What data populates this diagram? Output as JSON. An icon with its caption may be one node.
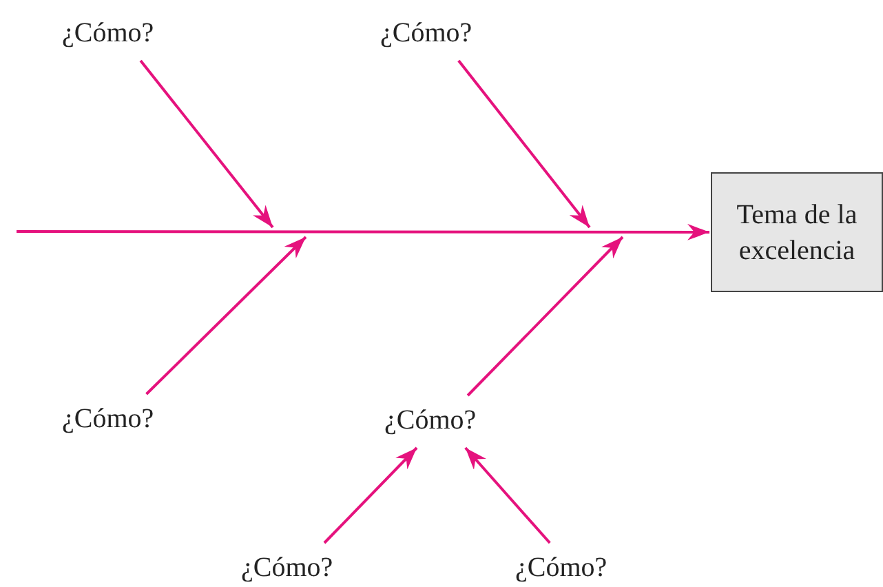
{
  "diagram": {
    "nodes": [
      {
        "text": [
          "¿Cómo?"
        ]
      },
      {
        "text": [
          "¿Cómo?"
        ]
      },
      {
        "text": [
          "Tema de la excelencia"
        ]
      },
      {
        "text": [
          "¿Cómo?"
        ]
      },
      {
        "text": [
          "¿Cómo?"
        ]
      },
      {
        "text": [
          "¿Cómo?"
        ]
      },
      {
        "text": [
          "¿Cómo?"
        ]
      }
    ],
    "edges": [
      {
        "from": null,
        "to": 2,
        "arrow": "to"
      },
      {
        "from": 0,
        "to": null,
        "arrow": "to"
      },
      {
        "from": 1,
        "to": null,
        "arrow": "to"
      },
      {
        "from": 3,
        "to": null,
        "arrow": "to"
      },
      {
        "from": 4,
        "to": null,
        "arrow": "to"
      },
      {
        "from": 5,
        "to": 4,
        "arrow": "to"
      },
      {
        "from": 6,
        "to": 4,
        "arrow": "to"
      }
    ]
  }
}
